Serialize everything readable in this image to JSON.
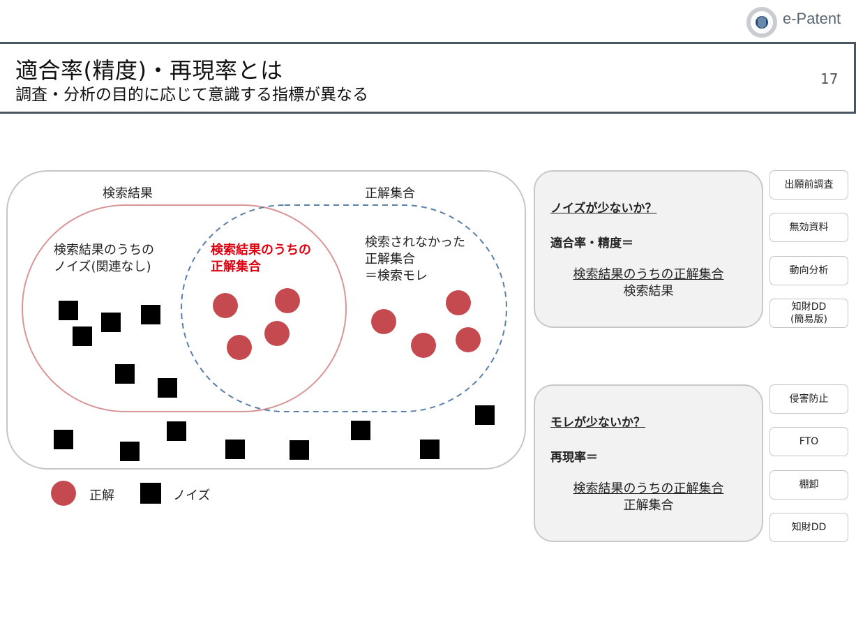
{
  "logo": {
    "text": "e-Patent"
  },
  "header": {
    "title": "適合率(精度)・再現率とは",
    "subtitle": "調査・分析の目的に応じて意識する指標が異なる",
    "page_number": "17"
  },
  "diagram": {
    "search_results_label": "検索結果",
    "correct_set_label": "正解集合",
    "noise_region": {
      "line1": "検索結果のうちの",
      "line2": "ノイズ(関連なし)"
    },
    "overlap_region": {
      "line1": "検索結果のうちの",
      "line2": "正解集合"
    },
    "missed_region": {
      "line1": "検索されなかった",
      "line2": "正解集合",
      "line3": "＝検索モレ"
    },
    "colors": {
      "correct": "#c44a4f",
      "noise": "#000000",
      "search_outline": "#d99596",
      "correct_outline": "#5a7fa8",
      "overlap_text": "#e0000f"
    }
  },
  "legend": {
    "correct_label": "正解",
    "noise_label": "ノイズ"
  },
  "panels": [
    {
      "question": "ノイズが少ないか？",
      "formula_label": "適合率・精度＝",
      "numerator": "検索結果のうちの正解集合",
      "denominator": "検索結果"
    },
    {
      "question": "モレが少ないか？",
      "formula_label": "再現率＝",
      "numerator": "検索結果のうちの正解集合",
      "denominator": "正解集合"
    }
  ],
  "tags_precision": [
    "出願前調査",
    "無効資料",
    "動向分析",
    "知財DD\n(簡易版)"
  ],
  "tags_recall": [
    "侵害防止",
    "FTO",
    "棚卸",
    "知財DD"
  ]
}
